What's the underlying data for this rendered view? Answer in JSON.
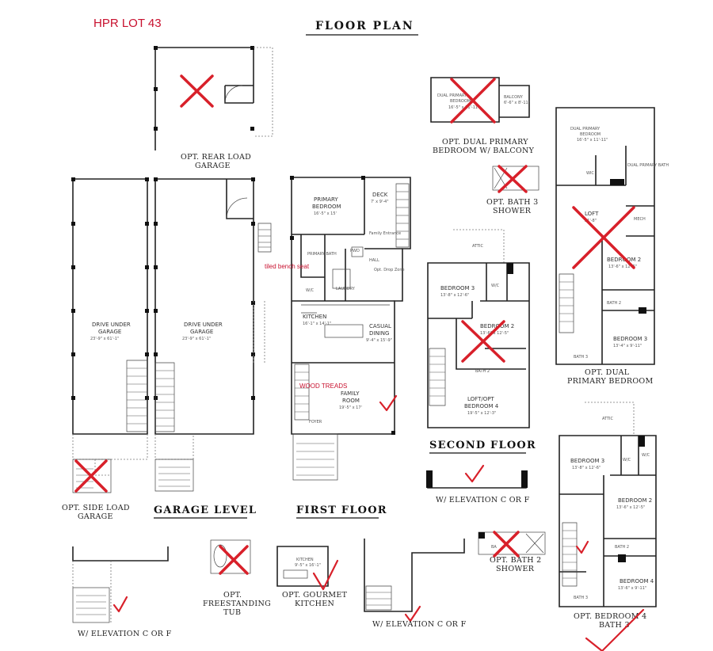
{
  "header": {
    "lot_label": "HPR LOT 43",
    "title": "FLOOR PLAN"
  },
  "section_headers": {
    "garage_level": "GARAGE LEVEL",
    "first_floor": "FIRST FLOOR",
    "second_floor": "SECOND FLOOR"
  },
  "captions": {
    "rear_load_1": "OPT. REAR LOAD",
    "rear_load_2": "GARAGE",
    "side_load_1": "OPT. SIDE LOAD",
    "side_load_2": "GARAGE",
    "dual_balcony_1": "OPT. DUAL PRIMARY",
    "dual_balcony_2": "BEDROOM W/ BALCONY",
    "bath3_shower_1": "OPT. BATH 3",
    "bath3_shower_2": "SHOWER",
    "dual_primary_1": "OPT. DUAL",
    "dual_primary_2": "PRIMARY BEDROOM",
    "elev_garage": "W/ ELEVATION C OR F",
    "elev_first": "W/ ELEVATION C OR F",
    "elev_second": "W/ ELEVATION C OR F",
    "tub_1": "OPT.",
    "tub_2": "FREESTANDING",
    "tub_3": "TUB",
    "gourmet_1": "OPT. GOURMET",
    "gourmet_2": "KITCHEN",
    "bath2_shower_1": "OPT. BATH 2",
    "bath2_shower_2": "SHOWER",
    "bedroom4_bath3_1": "OPT. BEDROOM 4",
    "bedroom4_bath3_2": "BATH 3"
  },
  "annotations": {
    "tiled_bench": "tiled bench seat",
    "wood_treads": "WOOD TREADS"
  },
  "rooms": {
    "garage_a": "DRIVE UNDER",
    "garage_a2": "GARAGE",
    "garage_a_size": "23'-9\" x 61'-1\"",
    "garage_b": "DRIVE UNDER",
    "garage_b2": "GARAGE",
    "garage_b_size": "23'-9\" x 61'-1\"",
    "primary_bed": "PRIMARY",
    "primary_bed2": "BEDROOM",
    "primary_bed_size": "16'-5\" x 15'",
    "deck": "DECK",
    "deck_size": "7' x 9'-4\"",
    "family_entrance": "Family Entrance",
    "primary_bath": "PRIMARY BATH",
    "pwd": "PWD",
    "hall": "HALL",
    "drop_zone": "Opt. Drop Zone",
    "wc": "W/C",
    "laundry": "LAUNDRY",
    "kitchen": "KITCHEN",
    "kitchen_size": "16'-1\" x 14'-1\"",
    "casual_dining": "CASUAL",
    "casual_dining2": "DINING",
    "casual_dining_size": "9'-4\" x 15'-9\"",
    "family_room": "FAMILY",
    "family_room2": "ROOM",
    "family_room_size": "19'-5\" x 17'",
    "foyer": "FOYER",
    "attic": "ATTIC",
    "bedroom3": "BEDROOM 3",
    "bedroom3_size": "13'-8\" x 12'-6\"",
    "wic": "W/C",
    "bedroom2": "BEDROOM 2",
    "bedroom2_size": "13'-6\" x 12'-5\"",
    "bath2": "BATH 2",
    "loft_bed4": "LOFT/OPT",
    "loft_bed4_2": "BEDROOM 4",
    "loft_bed4_size": "19'-5\" x 12'-3\"",
    "dual_primary": "DUAL PRIMARY",
    "dual_primary2": "BEDROOM",
    "dual_primary_size": "16'-5\" x 11'-11\"",
    "balcony": "BALCONY",
    "balcony_size": "6'-6\" x 8'-11\"",
    "wic2": "WIC",
    "dual_primary_bath": "DUAL PRIMARY BATH",
    "loft": "LOFT",
    "loft_size": "21'-8\"",
    "mech": "MECH",
    "bath3": "BATH 3",
    "bedroom4": "BEDROOM 4",
    "bedroom4_size": "13'-6\" x 9'-11\"",
    "bedroom3b_size": "13'-4\" x 9'-11\"",
    "kitchen_opt": "KITCHEN",
    "kitchen_opt_size": "9'-5\" x 16'-1\"",
    "bath_short": "BA"
  },
  "colors": {
    "accent_red": "#c8102e",
    "mark_red": "#d8202a",
    "line": "#222222"
  }
}
